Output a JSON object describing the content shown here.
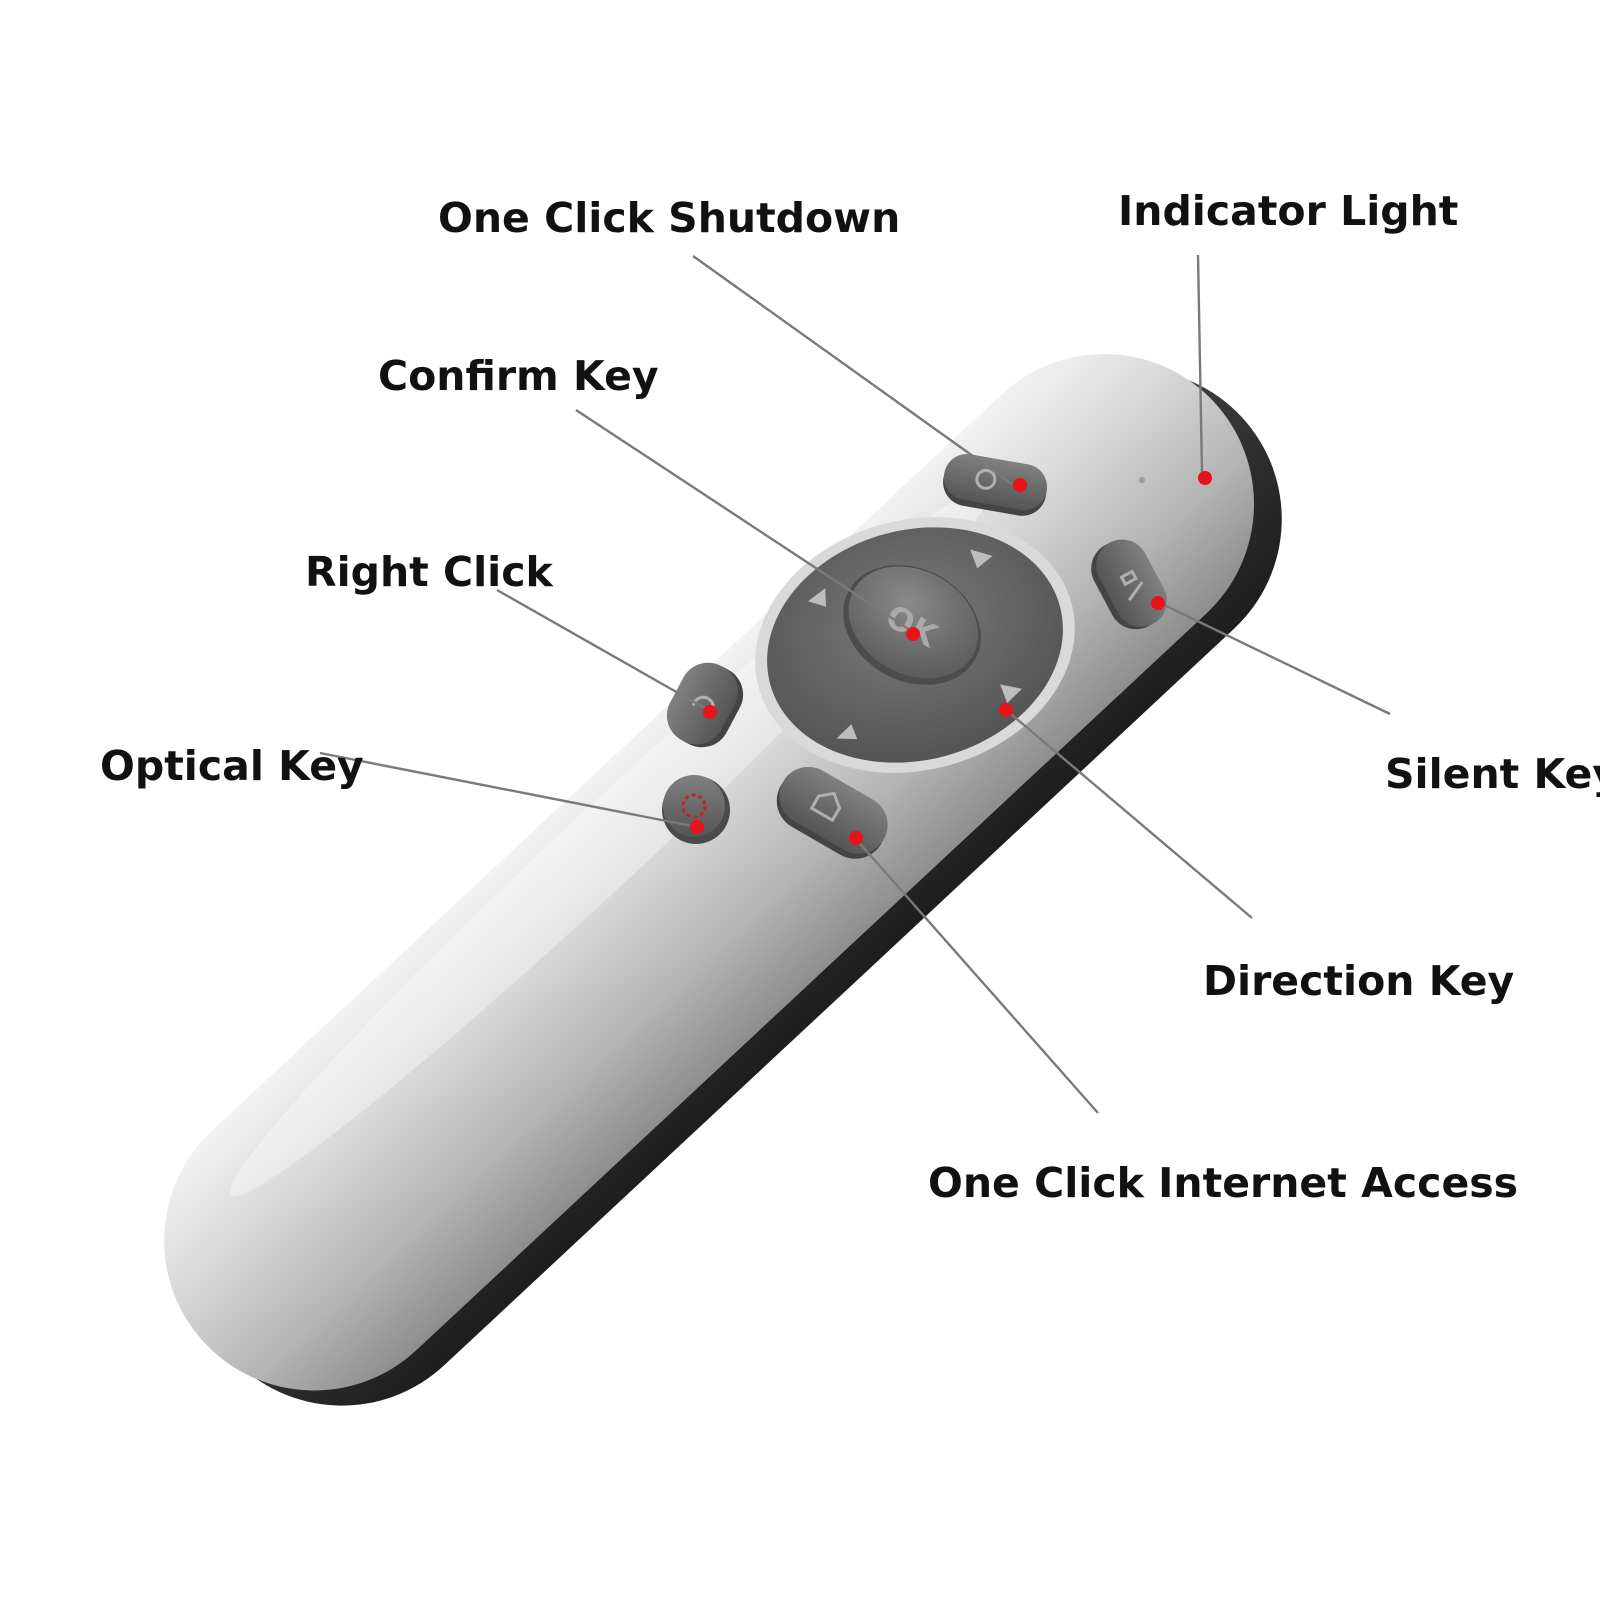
{
  "callouts": {
    "one_click_shutdown": "One Click Shutdown",
    "indicator_light": "Indicator Light",
    "confirm_key": "Confirm Key",
    "right_click": "Right Click",
    "silent_key": "Silent Key",
    "optical_key": "Optical Key",
    "direction_key": "Direction Key",
    "one_click_internet_access": "One Click Internet Access"
  },
  "remote": {
    "ok_label": "OK"
  },
  "colors": {
    "marker": "#e8141a",
    "leader_line": "#7a7a7a",
    "body_silver": "#c8c8c8",
    "key_gray": "#6e6e6e",
    "label_text": "#111111"
  },
  "icons": {
    "power": "power-icon",
    "mute": "speaker-mute-icon",
    "back": "back-arrow-icon",
    "laser": "laser-gear-icon",
    "home": "home-icon"
  }
}
